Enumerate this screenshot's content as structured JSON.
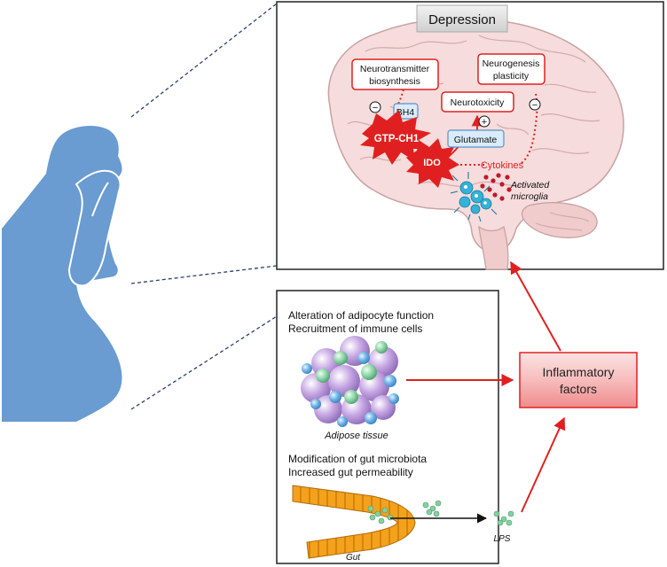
{
  "brain_panel": {
    "title": "Depression",
    "neurotransmitter": [
      "Neurotransmitter",
      "biosynthesis"
    ],
    "neurogenesis": [
      "Neurogenesis",
      "plasticity"
    ],
    "neurotoxicity": "Neurotoxicity",
    "bh4": "BH4",
    "gtp": "GTP-CH1",
    "ido": "IDO",
    "glutamate": "Glutamate",
    "cytokines": "Cytokines",
    "microglia": [
      "Activated",
      "microglia"
    ],
    "minus": "−",
    "plus": "+"
  },
  "periphery_panel": {
    "adipose_heading": [
      "Alteration of adipocyte function",
      "Recruitment of immune cells"
    ],
    "adipose_label": "Adipose tissue",
    "gut_heading": [
      "Modification of gut microbiota",
      "Increased gut permeability"
    ],
    "gut_label": "Gut",
    "lps_label": "LPS"
  },
  "inflammatory_box": [
    "Inflammatory",
    "factors"
  ],
  "colors": {
    "silhouette": "#6a9bd1",
    "accent_red": "#e02020",
    "brain_fill": "#f6dcdc",
    "gut_orange": "#f4a21c",
    "cell_purple": "#b99bd6",
    "cell_blue": "#6fb0e0",
    "cell_green": "#86cfa0",
    "microglia_cyan": "#33b3d8"
  }
}
